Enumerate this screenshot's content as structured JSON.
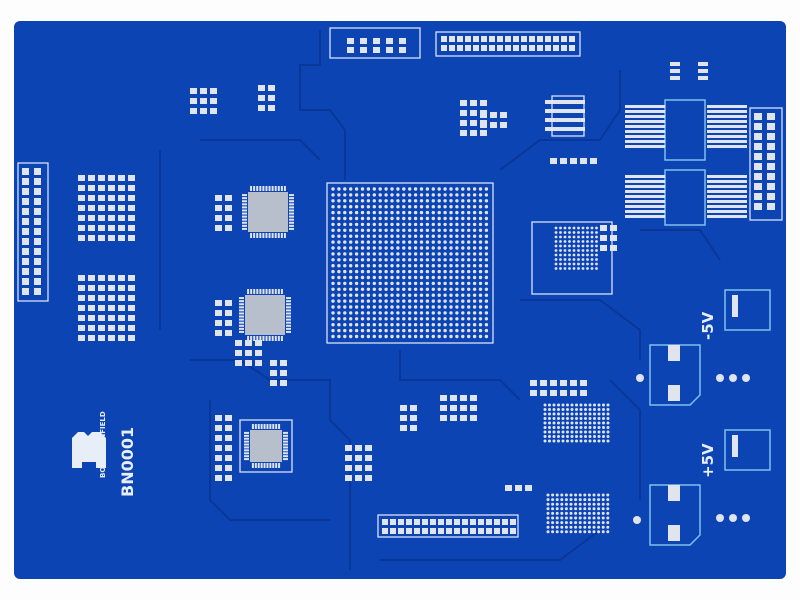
{
  "board": {
    "id_label": "BN0001",
    "brand_name": "BONA RAINFIELD",
    "neg_rail_label": "-5V",
    "pos_rail_label": "+5V"
  },
  "colors": {
    "background": "#fdfdfd",
    "soldermask": "#0d44b4",
    "trace": "#0a3a9e",
    "pad": "#dfe4ee",
    "silkscreen": "#e8eef8",
    "copper_fill": "#1a55c4"
  }
}
